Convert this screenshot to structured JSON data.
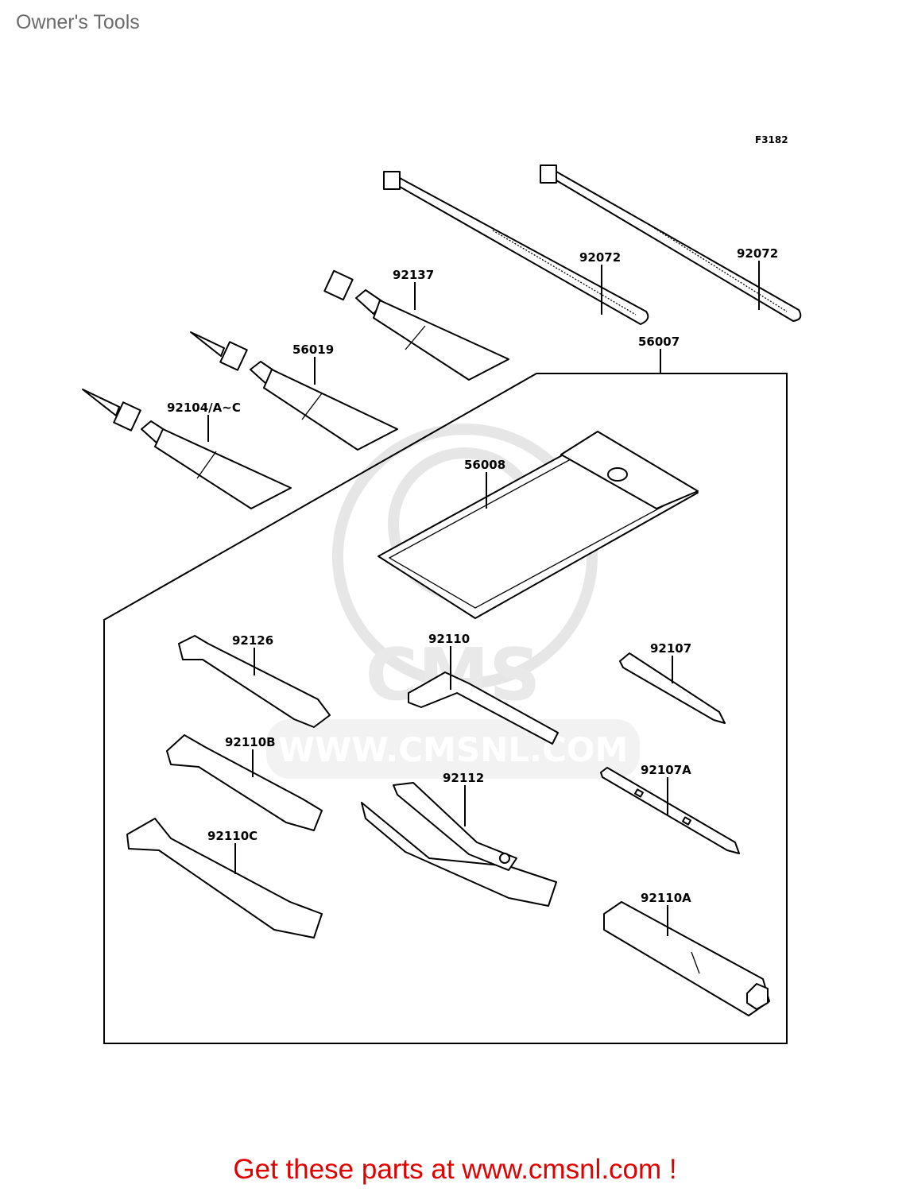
{
  "header": {
    "title": "Owner's Tools"
  },
  "diagram": {
    "figure_code": "F3182",
    "parts": [
      {
        "id": "92072",
        "label": "92072"
      },
      {
        "id": "92072b",
        "label": "92072"
      },
      {
        "id": "92137",
        "label": "92137"
      },
      {
        "id": "56019",
        "label": "56019"
      },
      {
        "id": "92104",
        "label": "92104/A~C"
      },
      {
        "id": "56007",
        "label": "56007"
      },
      {
        "id": "56008",
        "label": "56008"
      },
      {
        "id": "92126",
        "label": "92126"
      },
      {
        "id": "92110",
        "label": "92110"
      },
      {
        "id": "92107",
        "label": "92107"
      },
      {
        "id": "92110B",
        "label": "92110B"
      },
      {
        "id": "92107A",
        "label": "92107A"
      },
      {
        "id": "92112",
        "label": "92112"
      },
      {
        "id": "92110C",
        "label": "92110C"
      },
      {
        "id": "92110A",
        "label": "92110A"
      }
    ]
  },
  "watermark": {
    "text": "WWW.CMSNL.COM",
    "logo": "CMS"
  },
  "footer": {
    "cta": "Get these parts at www.cmsnl.com !"
  }
}
